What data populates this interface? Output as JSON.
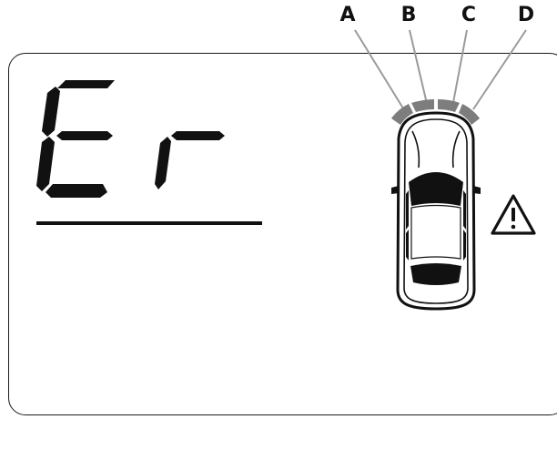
{
  "display": {
    "code_text": "Er",
    "status": "error"
  },
  "sensors": {
    "labels": [
      "A",
      "B",
      "C",
      "D"
    ]
  },
  "icons": {
    "warning": "warning-triangle-icon",
    "car": "car-top-view-icon"
  },
  "colors": {
    "segment": "#111111",
    "sensor_arc": "#808080",
    "leader_line": "#9a9a9a",
    "panel_border": "#1a1a1a"
  }
}
